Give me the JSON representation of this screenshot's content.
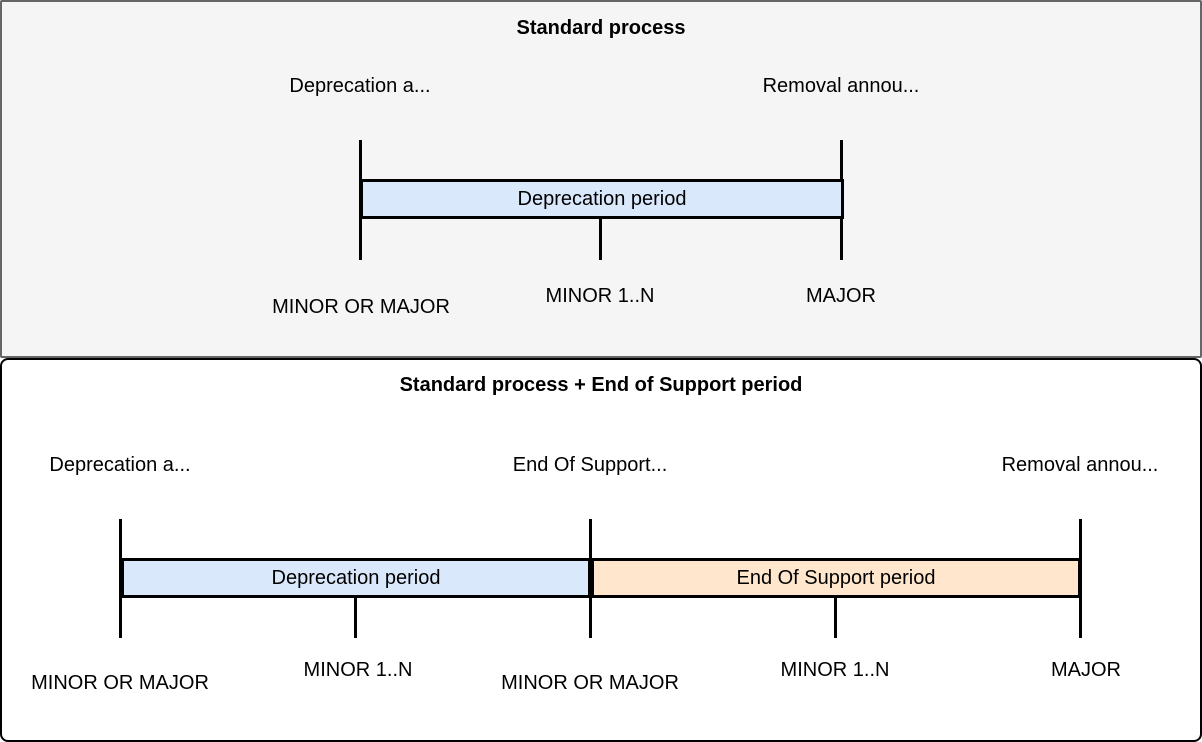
{
  "colors": {
    "standard_panel_bg": "#f5f5f5",
    "standard_panel_border": "#666666",
    "extended_panel_bg": "#ffffff",
    "extended_panel_border": "#000000",
    "deprecation_bar_fill": "#dae8fc",
    "end_of_support_bar_fill": "#ffe6cc",
    "line_color": "#000000",
    "text_color": "#000000"
  },
  "standard_process": {
    "title": "Standard process",
    "events": [
      {
        "label": "Deprecation a..."
      },
      {
        "label": "Removal annou..."
      }
    ],
    "periods": [
      {
        "label": "Deprecation period"
      }
    ],
    "milestones": [
      {
        "label": "MINOR OR MAJOR"
      },
      {
        "label": "MINOR 1..N"
      },
      {
        "label": "MAJOR"
      }
    ]
  },
  "standard_process_eos": {
    "title": "Standard process + End of Support period",
    "events": [
      {
        "label": "Deprecation a..."
      },
      {
        "label": "End Of Support..."
      },
      {
        "label": "Removal annou..."
      }
    ],
    "periods": [
      {
        "label": "Deprecation period"
      },
      {
        "label": "End Of Support period"
      }
    ],
    "milestones": [
      {
        "label": "MINOR OR MAJOR"
      },
      {
        "label": "MINOR 1..N"
      },
      {
        "label": "MINOR OR MAJOR"
      },
      {
        "label": "MINOR 1..N"
      },
      {
        "label": "MAJOR"
      }
    ]
  }
}
